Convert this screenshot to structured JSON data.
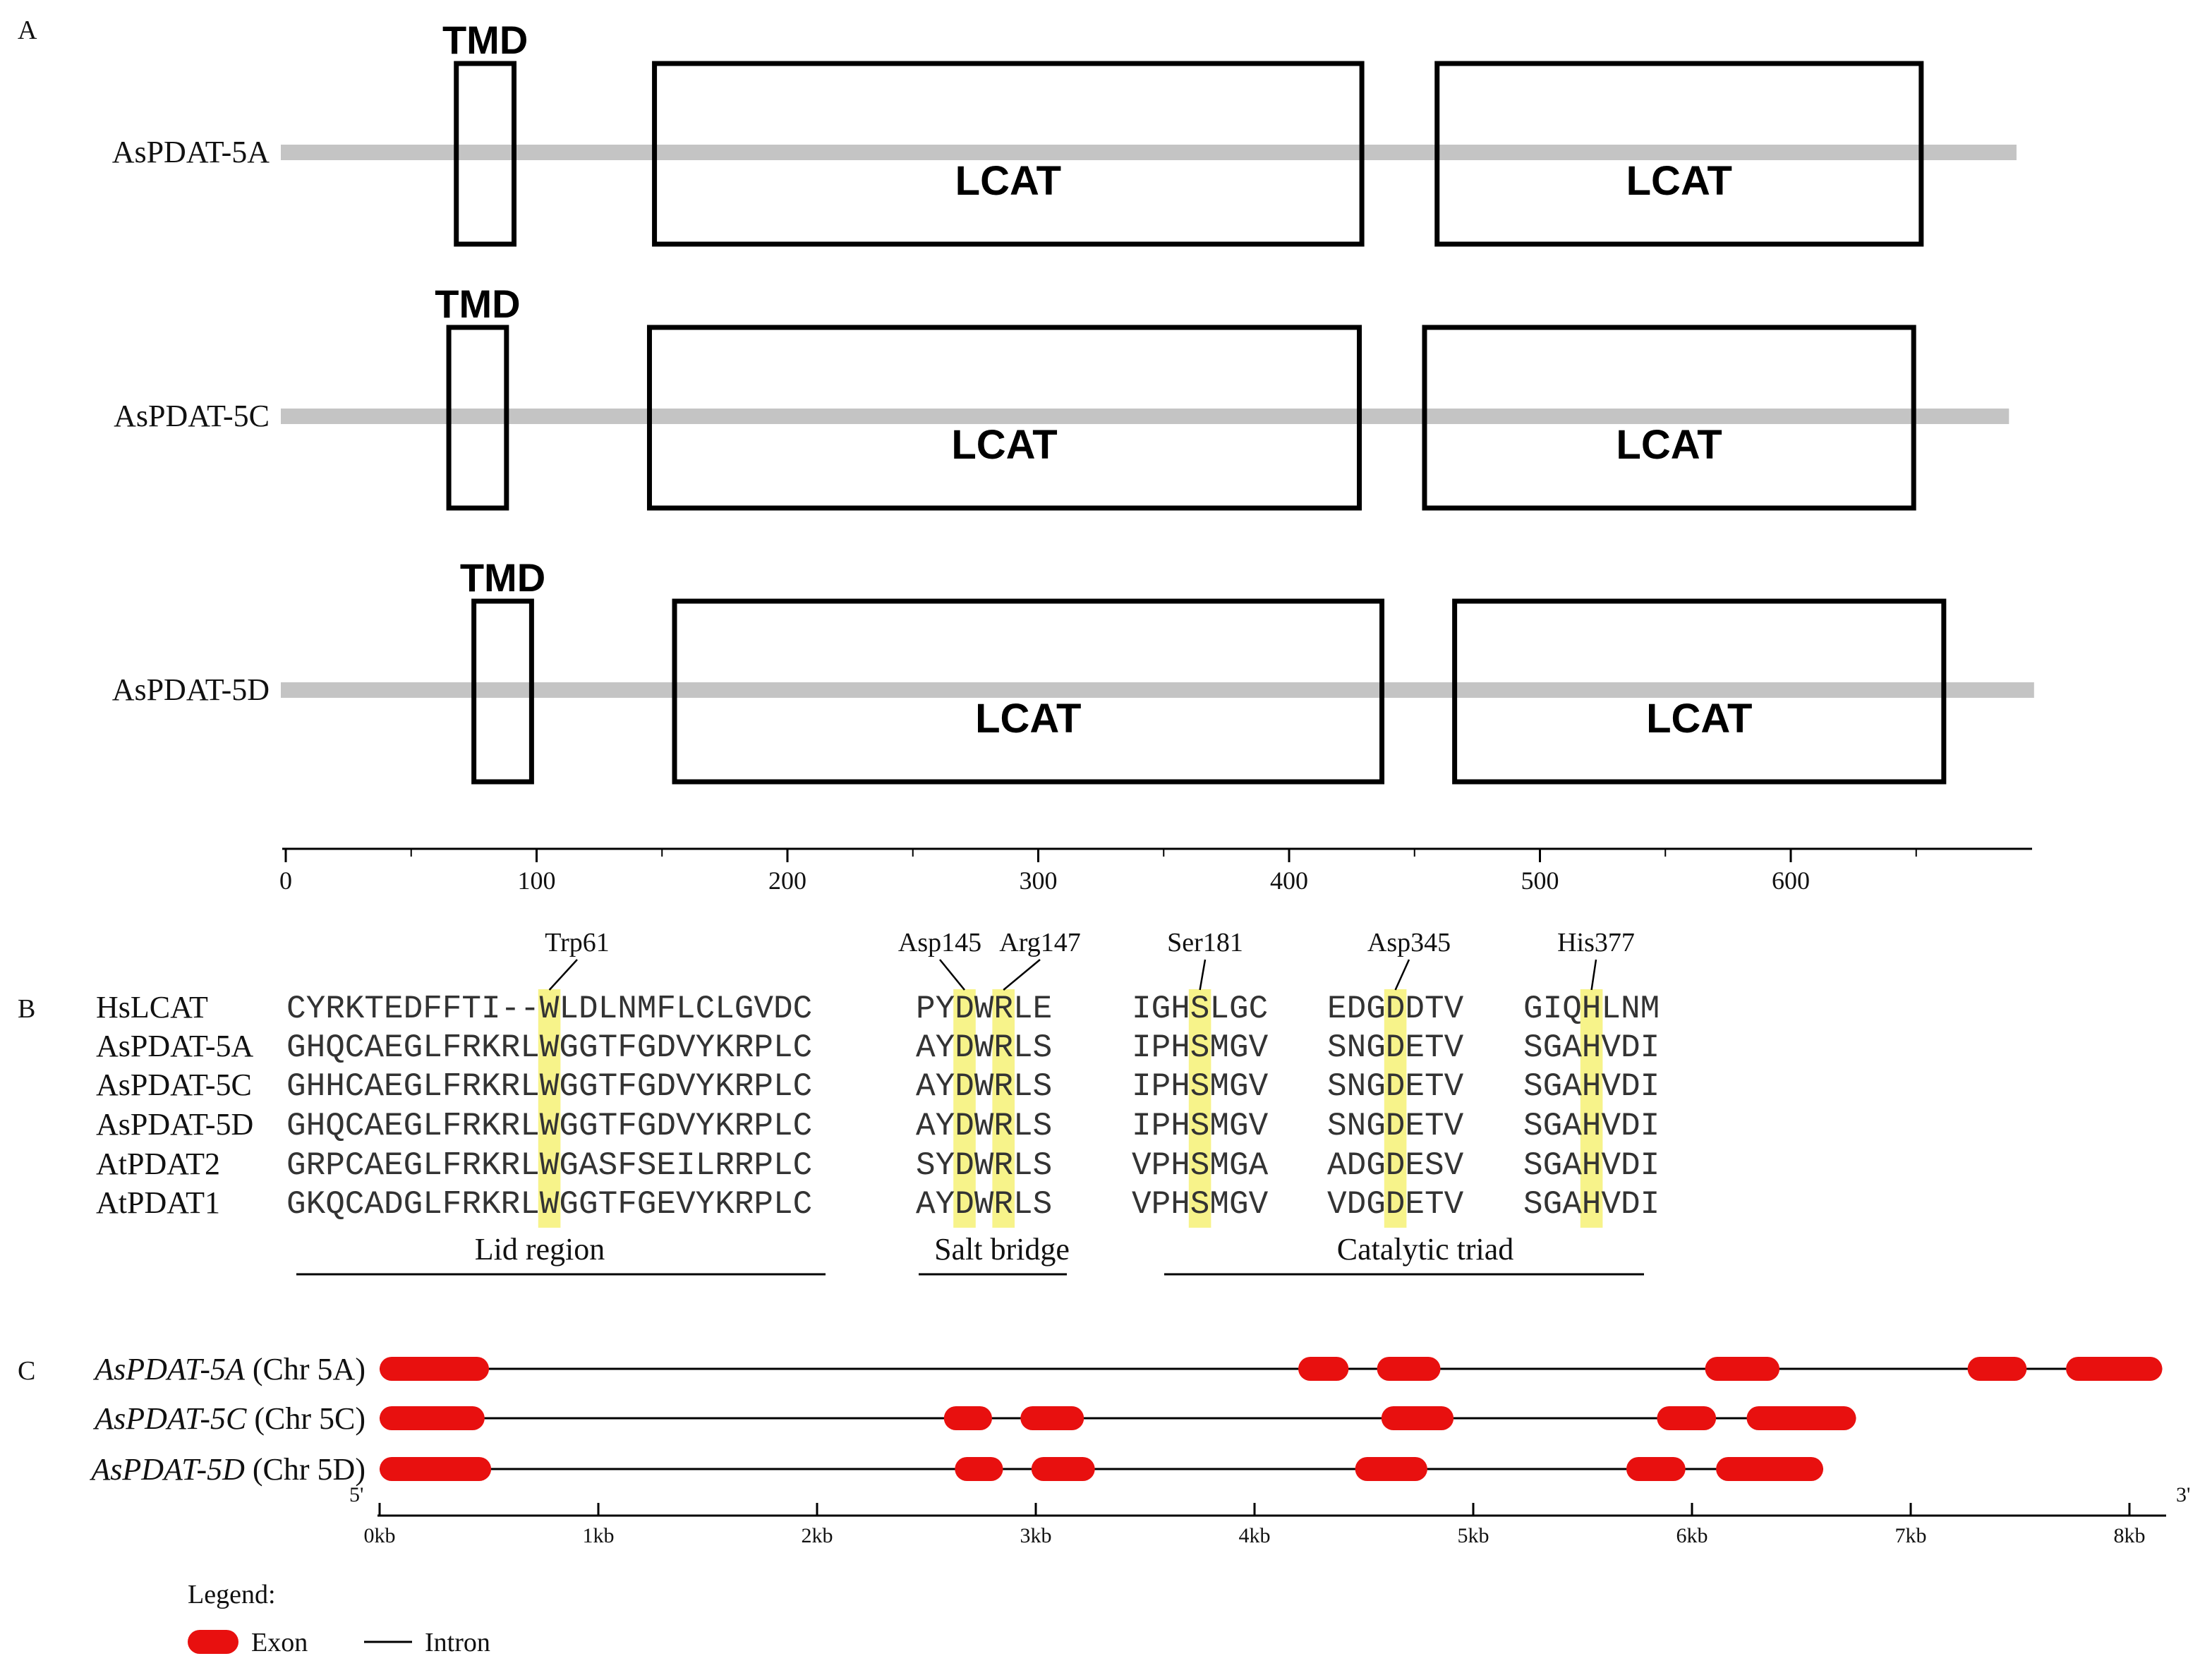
{
  "panel_a": {
    "label": "A",
    "axis_ticks": [
      "0",
      "100",
      "200",
      "300",
      "400",
      "500",
      "600"
    ],
    "proteins": [
      {
        "name": "AsPDAT-5A",
        "length": 690,
        "tmd": {
          "label": "TMD",
          "start": 68,
          "end": 91
        },
        "domains": [
          {
            "label": "LCAT",
            "start": 147,
            "end": 429
          },
          {
            "label": "LCAT",
            "start": 459,
            "end": 652
          }
        ]
      },
      {
        "name": "AsPDAT-5C",
        "length": 687,
        "tmd": {
          "label": "TMD",
          "start": 65,
          "end": 88
        },
        "domains": [
          {
            "label": "LCAT",
            "start": 145,
            "end": 428
          },
          {
            "label": "LCAT",
            "start": 454,
            "end": 649
          }
        ]
      },
      {
        "name": "AsPDAT-5D",
        "length": 697,
        "tmd": {
          "label": "TMD",
          "start": 75,
          "end": 98
        },
        "domains": [
          {
            "label": "LCAT",
            "start": 155,
            "end": 437
          },
          {
            "label": "LCAT",
            "start": 466,
            "end": 661
          }
        ]
      }
    ]
  },
  "panel_b": {
    "label": "B",
    "sites": [
      "Trp61",
      "Asp145",
      "Arg147",
      "Ser181",
      "Asp345",
      "His377"
    ],
    "rows": [
      {
        "name": "HsLCAT",
        "seqs": [
          "CYRKTEDFFTI--WLDLNMFLCLGVDC",
          "PYDWRLE",
          "IGHSLGC",
          "EDGDDTV",
          "GIQHLNM"
        ]
      },
      {
        "name": "AsPDAT-5A",
        "seqs": [
          "GHQCAEGLFRKRLWGGTFGDVYKRPLC",
          "AYDWRLS",
          "IPHSMGV",
          "SNGDETV",
          "SGAHVDI"
        ]
      },
      {
        "name": "AsPDAT-5C",
        "seqs": [
          "GHHCAEGLFRKRLWGGTFGDVYKRPLC",
          "AYDWRLS",
          "IPHSMGV",
          "SNGDETV",
          "SGAHVDI"
        ]
      },
      {
        "name": "AsPDAT-5D",
        "seqs": [
          "GHQCAEGLFRKRLWGGTFGDVYKRPLC",
          "AYDWRLS",
          "IPHSMGV",
          "SNGDETV",
          "SGAHVDI"
        ]
      },
      {
        "name": "AtPDAT2",
        "seqs": [
          "GRPCAEGLFRKRLWGASFSEILRRPLC",
          "SYDWRLS",
          "VPHSMGA",
          "ADGDESV",
          "SGAHVDI"
        ]
      },
      {
        "name": "AtPDAT1",
        "seqs": [
          "GKQCADGLFRKRLWGGTFGEVYKRPLC",
          "AYDWRLS",
          "VPHSMGV",
          "VDGDETV",
          "SGAHVDI"
        ]
      }
    ],
    "regions": [
      "Lid region",
      "Salt bridge",
      "Catalytic triad"
    ]
  },
  "panel_c": {
    "label": "C",
    "genes": [
      {
        "name": "AsPDAT-5A",
        "chr": "(Chr 5A)",
        "length_kb": 8.15,
        "exons": [
          [
            0.0,
            0.5
          ],
          [
            4.2,
            4.43
          ],
          [
            4.56,
            4.85
          ],
          [
            6.06,
            6.4
          ],
          [
            7.26,
            7.53
          ],
          [
            7.71,
            8.15
          ]
        ]
      },
      {
        "name": "AsPDAT-5C",
        "chr": "(Chr 5C)",
        "length_kb": 6.75,
        "exons": [
          [
            0.0,
            0.48
          ],
          [
            2.58,
            2.8
          ],
          [
            2.93,
            3.22
          ],
          [
            4.58,
            4.91
          ],
          [
            5.84,
            6.11
          ],
          [
            6.25,
            6.75
          ]
        ]
      },
      {
        "name": "AsPDAT-5D",
        "chr": "(Chr 5D)",
        "length_kb": 6.6,
        "exons": [
          [
            0.0,
            0.51
          ],
          [
            2.63,
            2.85
          ],
          [
            2.98,
            3.27
          ],
          [
            4.46,
            4.79
          ],
          [
            5.7,
            5.97
          ],
          [
            6.11,
            6.6
          ]
        ]
      }
    ],
    "axis_ticks": [
      "0kb",
      "1kb",
      "2kb",
      "3kb",
      "4kb",
      "5kb",
      "6kb",
      "7kb",
      "8kb"
    ],
    "five_prime": "5'",
    "three_prime": "3'",
    "exon_color": "#e8100f",
    "legend": {
      "title": "Legend:",
      "exon": "Exon",
      "intron": "Intron"
    }
  },
  "colors": {
    "highlight": "#f7f38a",
    "backbone": "#c4c4c4",
    "ink": "#111111"
  }
}
